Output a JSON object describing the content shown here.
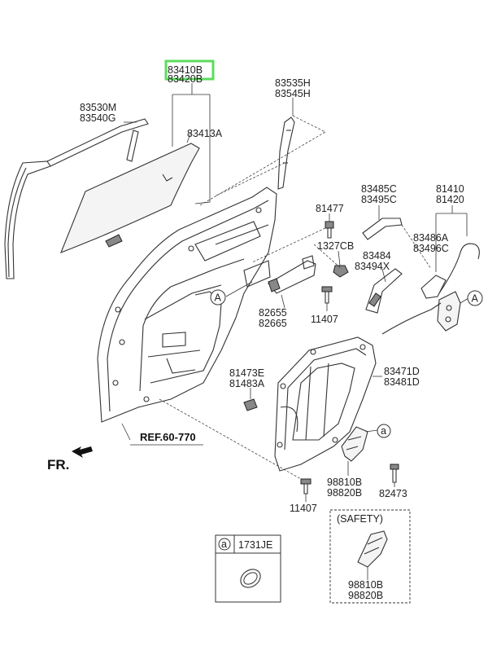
{
  "callouts": {
    "glass_assy_top": "83410B",
    "glass_assy_bottom": "83420B",
    "glass_seal_top": "83530M",
    "glass_seal_bottom": "83540G",
    "glass": "83413A",
    "channel_top": "83535H",
    "channel_bottom": "83545H",
    "bolt_a": "81477",
    "grommet": "1327CB",
    "rod_a": "83485C",
    "rod_b": "83495C",
    "latch_top": "81410",
    "latch_bottom": "81420",
    "cable_top": "83486A",
    "cable_bottom": "83496C",
    "bracket_top": "83484",
    "bracket_bottom": "83494X",
    "handle_top": "82655",
    "handle_bottom": "82665",
    "screw_mid": "11407",
    "clip_top": "81473E",
    "clip_bottom": "81483A",
    "module_top": "83471D",
    "module_bottom": "83481D",
    "motor_top": "98810B",
    "motor_bottom": "98820B",
    "screw_bottom": "11407",
    "screw_right": "82473",
    "safety_label": "(SAFETY)",
    "safety_motor_top": "98810B",
    "safety_motor_bottom": "98820B",
    "legend_code": "1731JE"
  },
  "markers": {
    "ref_a": "A",
    "ref_small_a": "a"
  },
  "reference": "REF.60-770",
  "direction": "FR.",
  "colors": {
    "highlight": "#5cdc5c",
    "line": "#333333"
  }
}
